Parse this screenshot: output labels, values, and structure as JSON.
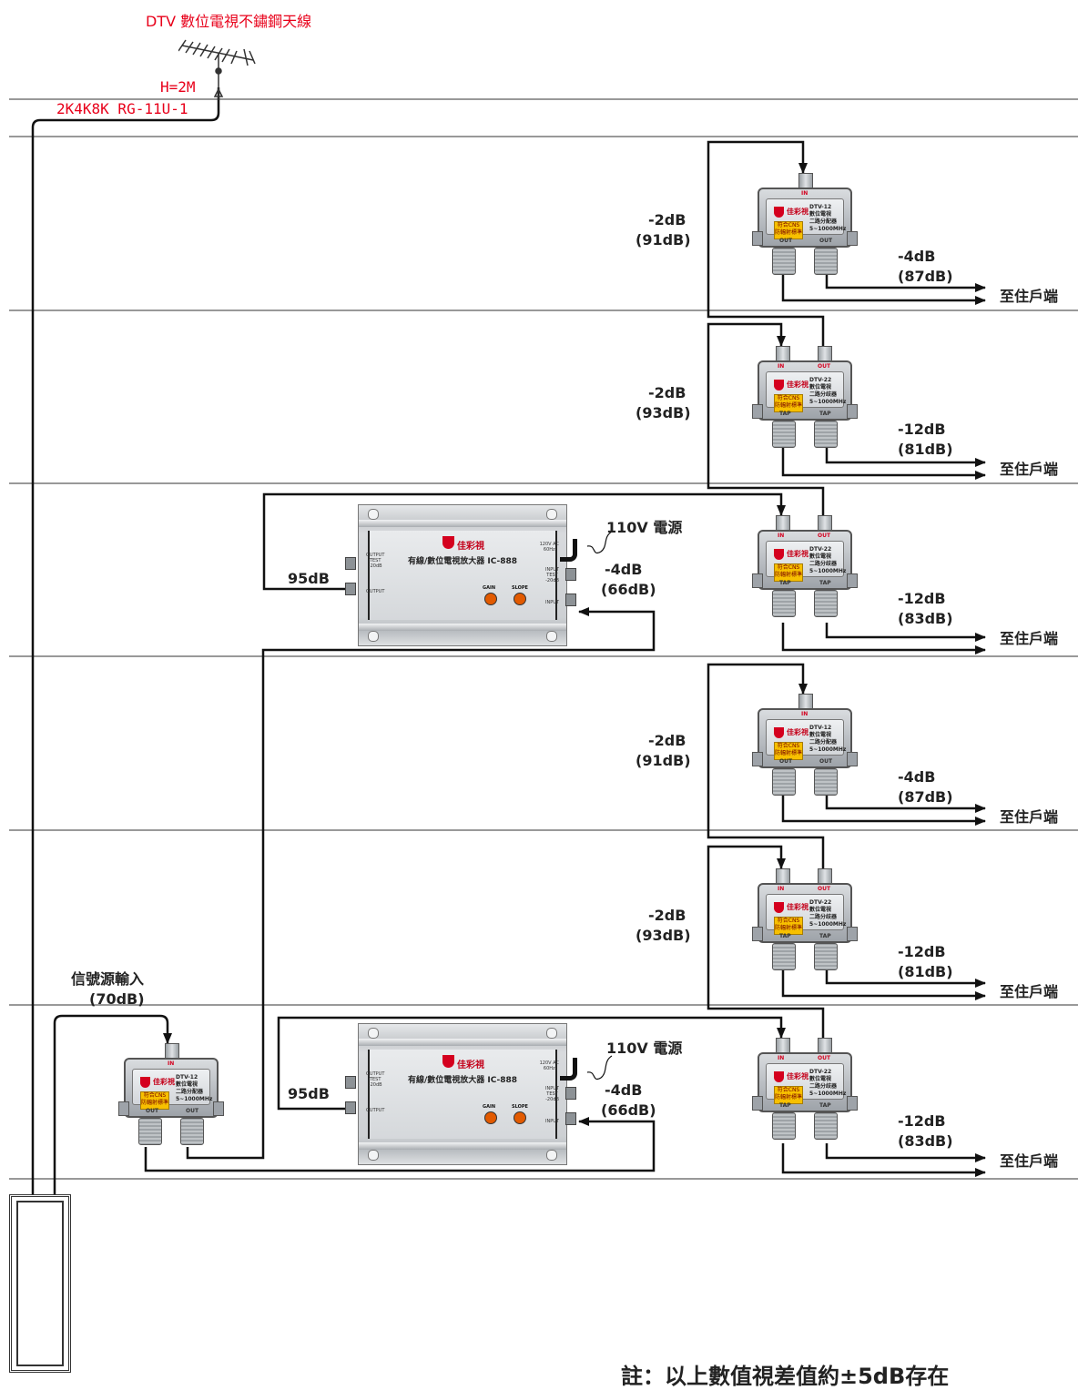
{
  "header": {
    "antenna_title": "DTV 數位電視不鏽鋼天線",
    "height_label": "H=2M",
    "cable_label": "2K4K8K RG-11U-1"
  },
  "source": {
    "label": "信號源輸入",
    "level": "(70dB)"
  },
  "amplifiers": [
    {
      "title": "有線/數位電視放大器 IC-888",
      "brand": "佳彩視",
      "power_label": "110V 電源",
      "output_level": "95dB",
      "input_loss": "-4dB",
      "input_level": "(66dB)",
      "output_test": "OUTPUT\nTEST\n-20dB",
      "output": "OUTPUT",
      "ac": "120V AC\n60Hz",
      "input_test": "INPUT\nTEST\n-20dB",
      "input": "INPUT",
      "gain": "GAIN",
      "slope": "SLOPE"
    },
    {
      "title": "有線/數位電視放大器 IC-888",
      "brand": "佳彩視",
      "power_label": "110V 電源",
      "output_level": "95dB",
      "input_loss": "-4dB",
      "input_level": "(66dB)",
      "output_test": "OUTPUT\nTEST\n-20dB",
      "output": "OUTPUT",
      "ac": "120V AC\n60Hz",
      "input_test": "INPUT\nTEST\n-20dB",
      "input": "INPUT",
      "gain": "GAIN",
      "slope": "SLOPE"
    }
  ],
  "devices": [
    {
      "model": "DTV-12",
      "line1": "數位電視",
      "line2": "二路分配器",
      "freq": "5~1000MHz",
      "in": "IN",
      "out": "OUT",
      "p1": "OUT",
      "p2": "OUT",
      "badge": "符合CNS\n防輻射標準",
      "brand": "佳彩視",
      "loss": "-2dB",
      "level": "(91dB)",
      "tap_loss": "-4dB",
      "tap_level": "(87dB)",
      "dest": "至住戶端"
    },
    {
      "model": "DTV-22",
      "line1": "數位電視",
      "line2": "二路分歧器",
      "freq": "5~1000MHz",
      "in": "IN",
      "out": "OUT",
      "p1": "TAP",
      "p2": "TAP",
      "badge": "符合CNS\n防輻射標準",
      "brand": "佳彩視",
      "loss": "-2dB",
      "level": "(93dB)",
      "tap_loss": "-12dB",
      "tap_level": "(81dB)",
      "dest": "至住戶端"
    },
    {
      "model": "DTV-22",
      "line1": "數位電視",
      "line2": "二路分歧器",
      "freq": "5~1000MHz",
      "in": "IN",
      "out": "OUT",
      "p1": "TAP",
      "p2": "TAP",
      "badge": "符合CNS\n防輻射標準",
      "brand": "佳彩視",
      "loss": "",
      "level": "",
      "tap_loss": "-12dB",
      "tap_level": "(83dB)",
      "dest": "至住戶端"
    },
    {
      "model": "DTV-12",
      "line1": "數位電視",
      "line2": "二路分配器",
      "freq": "5~1000MHz",
      "in": "IN",
      "out": "OUT",
      "p1": "OUT",
      "p2": "OUT",
      "badge": "符合CNS\n防輻射標準",
      "brand": "佳彩視",
      "loss": "-2dB",
      "level": "(91dB)",
      "tap_loss": "-4dB",
      "tap_level": "(87dB)",
      "dest": "至住戶端"
    },
    {
      "model": "DTV-22",
      "line1": "數位電視",
      "line2": "二路分歧器",
      "freq": "5~1000MHz",
      "in": "IN",
      "out": "OUT",
      "p1": "TAP",
      "p2": "TAP",
      "badge": "符合CNS\n防輻射標準",
      "brand": "佳彩視",
      "loss": "-2dB",
      "level": "(93dB)",
      "tap_loss": "-12dB",
      "tap_level": "(81dB)",
      "dest": "至住戶端"
    },
    {
      "model": "DTV-22",
      "line1": "數位電視",
      "line2": "二路分歧器",
      "freq": "5~1000MHz",
      "in": "IN",
      "out": "OUT",
      "p1": "TAP",
      "p2": "TAP",
      "badge": "符合CNS\n防輻射標準",
      "brand": "佳彩視",
      "loss": "",
      "level": "",
      "tap_loss": "-12dB",
      "tap_level": "(83dB)",
      "dest": "至住戶端"
    },
    {
      "model": "DTV-12",
      "line1": "數位電視",
      "line2": "二路分配器",
      "freq": "5~1000MHz",
      "in": "IN",
      "out": "OUT",
      "p1": "OUT",
      "p2": "OUT",
      "badge": "符合CNS\n防輻射標準",
      "brand": "佳彩視",
      "loss": "",
      "level": "",
      "tap_loss": "",
      "tap_level": "",
      "dest": ""
    }
  ],
  "footer": {
    "note": "註：以上數值視差值約±5dB存在"
  }
}
